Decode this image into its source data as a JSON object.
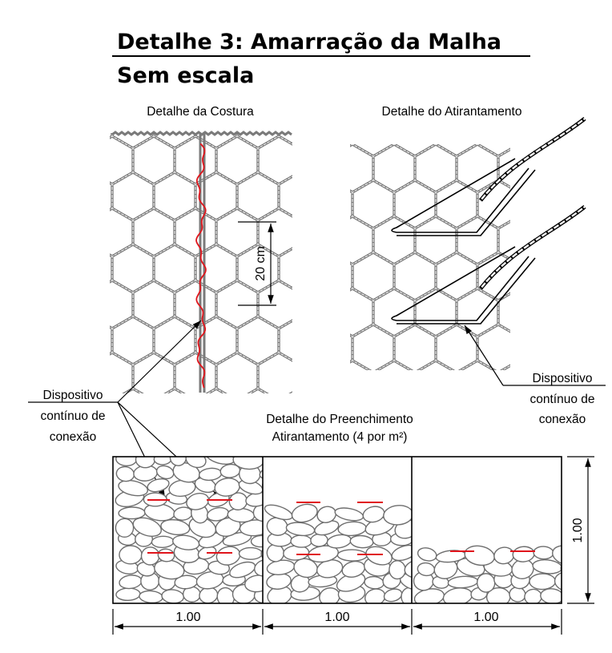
{
  "title": "Detalhe 3: Amarração da Malha",
  "subtitle": "Sem escala",
  "seam": {
    "title": "Detalhe da Costura",
    "spacing": "20 cm",
    "device_label": [
      "Dispositivo",
      "contínuo de",
      "conexão"
    ]
  },
  "tie": {
    "title": "Detalhe do Atirantamento",
    "device_label": [
      "Dispositivo",
      "contínuo de",
      "conexão"
    ]
  },
  "fill": {
    "title_lines": [
      "Detalhe do Preenchimento",
      "Atirantamento (4 por m²)"
    ],
    "column_widths": [
      "1.00",
      "1.00",
      "1.00"
    ],
    "height": "1.00"
  },
  "colors": {
    "mesh": "#7a7a7a",
    "wire": "#e0141b",
    "line": "#000000",
    "stone": "#6e6e6e"
  }
}
